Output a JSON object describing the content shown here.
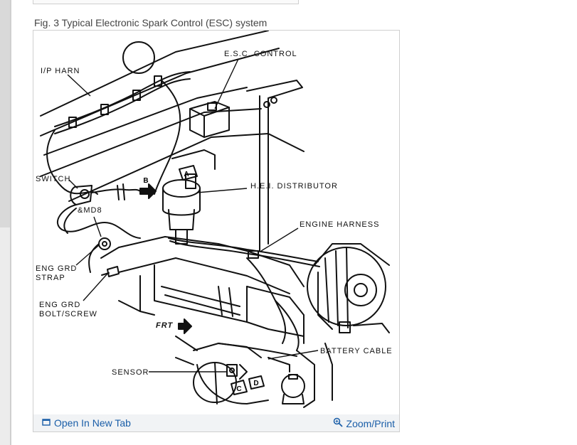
{
  "caption": "Fig. 3 Typical Electronic Spark Control (ESC) system",
  "labels": {
    "esc_control": "E.S.C. CONTROL",
    "ip_harn": "I/P HARN",
    "switch": "SWITCH",
    "hei_distributor": "H.E.I. DISTRIBUTOR",
    "md8": "&MD8",
    "engine_harness": "ENGINE HARNESS",
    "eng_grd_strap_1": "ENG GRD",
    "eng_grd_strap_2": "STRAP",
    "eng_grd_bolt_1": "ENG GRD",
    "eng_grd_bolt_2": "BOLT/SCREW",
    "frt": "FRT",
    "battery_cable": "BATTERY CABLE",
    "sensor": "SENSOR",
    "callout_a": "A",
    "callout_b": "B",
    "callout_c": "C",
    "callout_d": "D"
  },
  "footer": {
    "open_new_tab": "Open In New Tab",
    "zoom_print": "Zoom/Print"
  },
  "icons": {
    "open_new_tab": "external-window-icon",
    "zoom_print": "magnifier-icon"
  },
  "colors": {
    "link": "#1a5ea8",
    "footer_bg": "#f1f3f5",
    "caption": "#444444"
  }
}
